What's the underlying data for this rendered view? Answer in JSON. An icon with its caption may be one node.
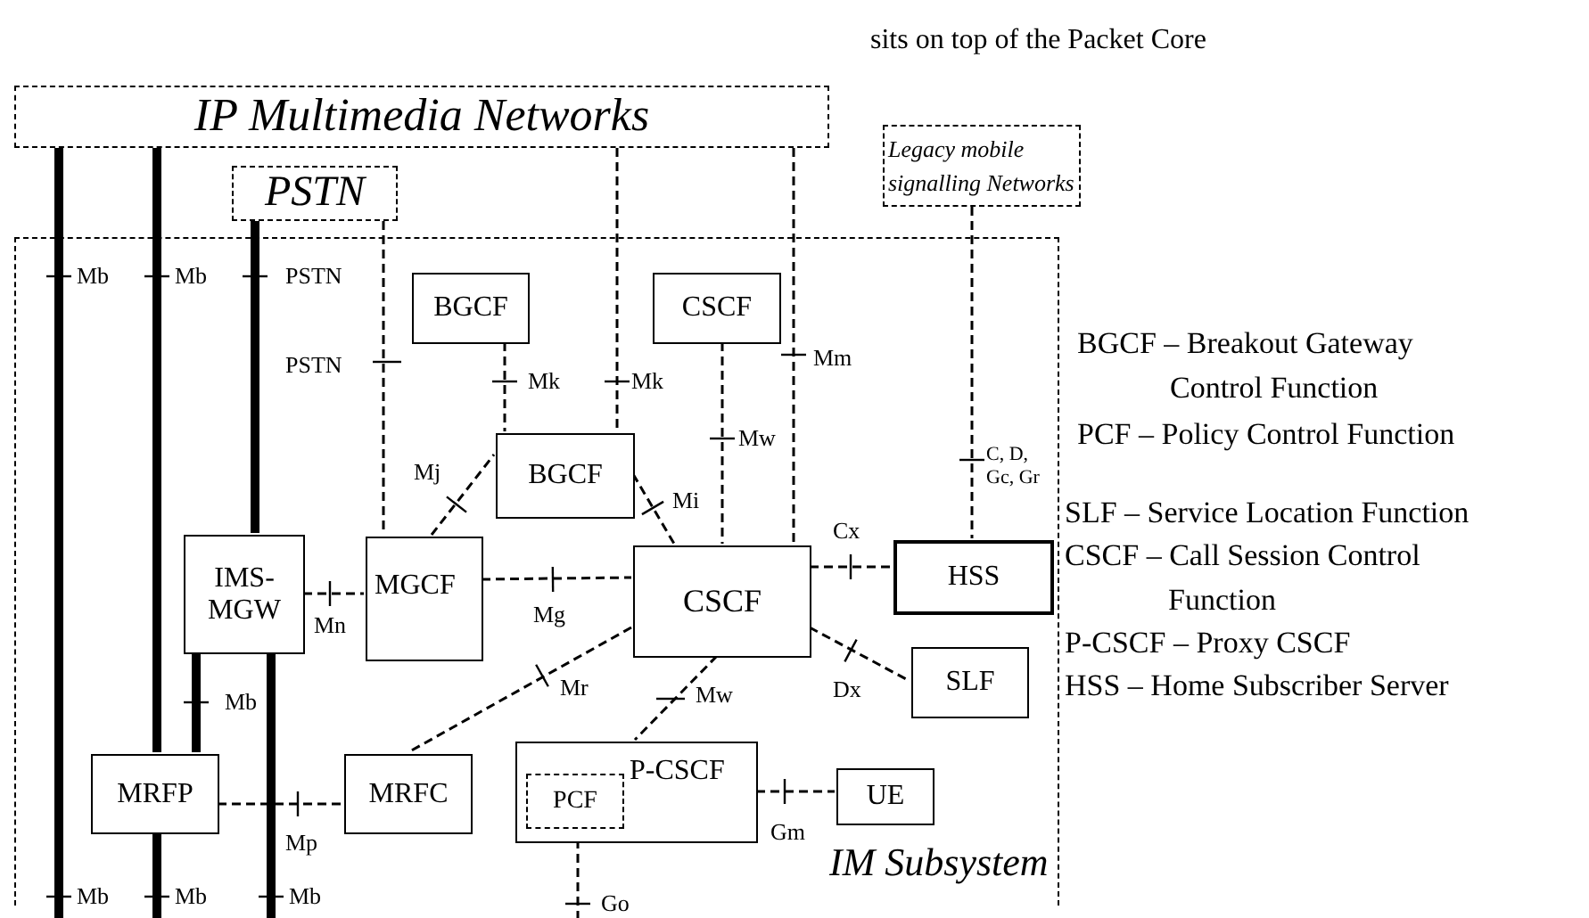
{
  "diagram": {
    "nodes": [
      {
        "text": [
          "IP Multimedia Networks"
        ]
      },
      {
        "text": [
          "Legacy mobile signalling Networks"
        ]
      },
      {
        "text": [
          "PSTN"
        ]
      },
      {
        "text": [
          "IM Subsystem"
        ]
      },
      {
        "text": [
          "BGCF"
        ],
        "in": 3
      },
      {
        "text": [
          "CSCF"
        ],
        "in": 3
      },
      {
        "text": [
          "BGCF"
        ],
        "in": 3
      },
      {
        "text": [
          "IMS-MGW"
        ],
        "in": 3
      },
      {
        "text": [
          "MGCF"
        ],
        "in": 3
      },
      {
        "text": [
          "CSCF"
        ],
        "in": 3
      },
      {
        "text": [
          "HSS"
        ],
        "in": 3
      },
      {
        "text": [
          "SLF"
        ],
        "in": 3
      },
      {
        "text": [
          "MRFP"
        ],
        "in": 3
      },
      {
        "text": [
          "MRFC"
        ],
        "in": 3
      },
      {
        "text": [
          "P-CSCF"
        ],
        "in": 3
      },
      {
        "text": [
          "PCF"
        ],
        "in": 14
      },
      {
        "text": [
          "UE"
        ],
        "in": 3
      }
    ],
    "edges": [
      {
        "from": 0,
        "to": null,
        "arrow": "none",
        "label": "Mb",
        "style": "thick"
      },
      {
        "from": 0,
        "to": 12,
        "arrow": "none",
        "label": "Mb",
        "style": "thick"
      },
      {
        "from": 12,
        "to": null,
        "arrow": "none",
        "label": "Mb",
        "style": "thick"
      },
      {
        "from": 2,
        "to": 7,
        "arrow": "none",
        "label": "PSTN",
        "style": "thick"
      },
      {
        "from": 7,
        "to": 12,
        "arrow": "none",
        "label": "Mb",
        "style": "thick"
      },
      {
        "from": 7,
        "to": null,
        "arrow": "none",
        "label": "Mb",
        "style": "thick"
      },
      {
        "from": 2,
        "to": 8,
        "arrow": "none",
        "label": "PSTN",
        "style": "dashed"
      },
      {
        "from": 0,
        "to": 6,
        "arrow": "none",
        "label": "Mk",
        "style": "dashed"
      },
      {
        "from": 4,
        "to": 6,
        "arrow": "none",
        "label": "Mk",
        "style": "dashed"
      },
      {
        "from": 5,
        "to": 9,
        "arrow": "none",
        "label": "Mw",
        "style": "dashed"
      },
      {
        "from": 0,
        "to": 9,
        "arrow": "none",
        "label": "Mm",
        "style": "dashed"
      },
      {
        "from": 1,
        "to": 10,
        "arrow": "none",
        "label": "C, D, Gc, Gr",
        "style": "dashed"
      },
      {
        "from": 8,
        "to": 6,
        "arrow": "none",
        "label": "Mj",
        "style": "dashed"
      },
      {
        "from": 6,
        "to": 9,
        "arrow": "none",
        "label": "Mi",
        "style": "dashed"
      },
      {
        "from": 7,
        "to": 8,
        "arrow": "none",
        "label": "Mn",
        "style": "dashed"
      },
      {
        "from": 8,
        "to": 9,
        "arrow": "none",
        "label": "Mg",
        "style": "dashed"
      },
      {
        "from": 9,
        "to": 10,
        "arrow": "none",
        "label": "Cx",
        "style": "dashed"
      },
      {
        "from": 9,
        "to": 11,
        "arrow": "none",
        "label": "Dx",
        "style": "dashed"
      },
      {
        "from": 9,
        "to": 13,
        "arrow": "none",
        "label": "Mr",
        "style": "dashed"
      },
      {
        "from": 9,
        "to": 14,
        "arrow": "none",
        "label": "Mw",
        "style": "dashed"
      },
      {
        "from": 12,
        "to": 13,
        "arrow": "none",
        "label": "Mp",
        "style": "dashed"
      },
      {
        "from": 14,
        "to": 16,
        "arrow": "none",
        "label": "Gm",
        "style": "dashed"
      },
      {
        "from": 15,
        "to": null,
        "arrow": "none",
        "label": "Go",
        "style": "dashed"
      }
    ],
    "labels": [
      "sits on top of the Packet Core",
      "BGCF – Breakout Gateway Control Function",
      "PCF – Policy Control Function",
      "SLF – Service Location Function",
      "CSCF – Call Session Control Function",
      "P-CSCF – Proxy CSCF",
      "HSS – Home Subscriber Server",
      "Mb"
    ]
  }
}
